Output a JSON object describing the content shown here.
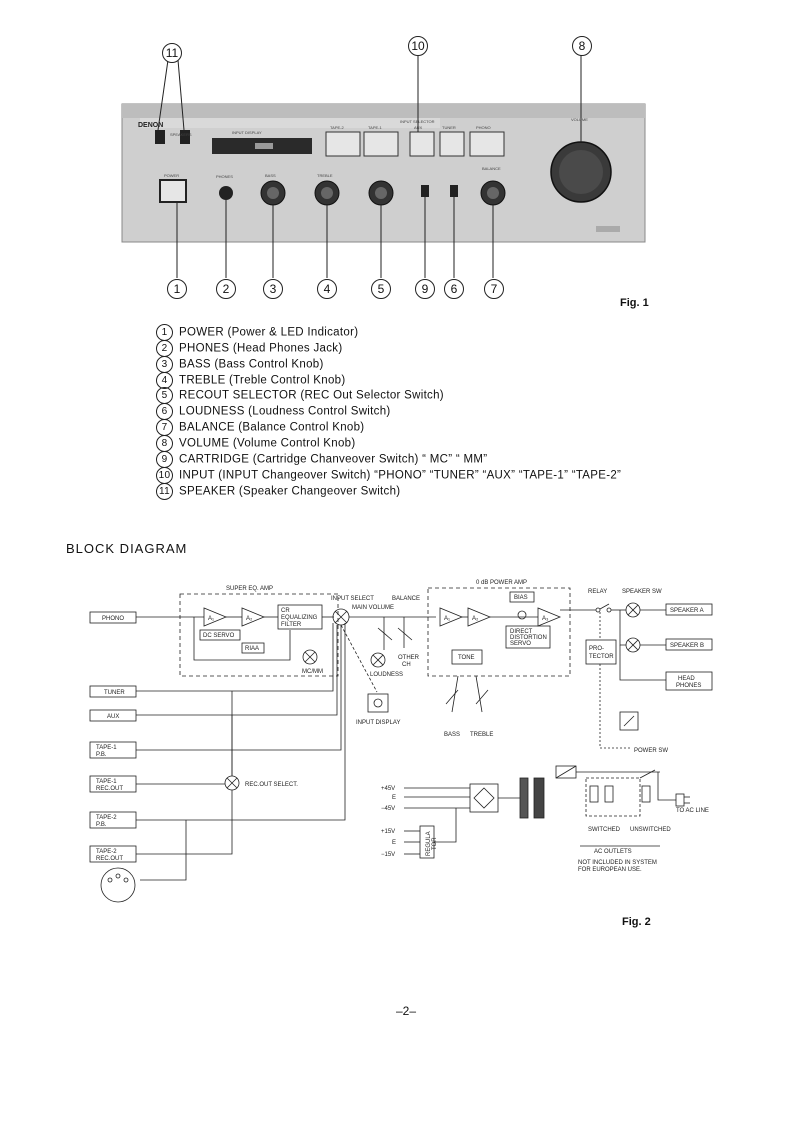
{
  "fig1": {
    "caption": "Fig. 1",
    "brand": "DENON",
    "panel_labels": {
      "speakers": "SPEAKERS",
      "input_display": "INPUT DISPLAY",
      "input_selector": "INPUT SELECTOR",
      "tape2": "TAPE-2",
      "tape1": "TAPE-1",
      "aux": "AUX",
      "tuner": "TUNER",
      "phono": "PHONO",
      "volume": "VOLUME",
      "power": "POWER",
      "phones": "PHONES",
      "bass": "BASS",
      "treble": "TREBLE",
      "balance": "BALANCE"
    },
    "callouts": [
      "1",
      "2",
      "3",
      "4",
      "5",
      "9",
      "6",
      "7",
      "8",
      "10",
      "11"
    ]
  },
  "legend": [
    {
      "n": "1",
      "text": "POWER (Power & LED Indicator)"
    },
    {
      "n": "2",
      "text": "PHONES (Head Phones Jack)"
    },
    {
      "n": "3",
      "text": "BASS (Bass Control Knob)"
    },
    {
      "n": "4",
      "text": "TREBLE (Treble Control Knob)"
    },
    {
      "n": "5",
      "text": "RECOUT  SELECTOR  (REC Out Selector Switch)"
    },
    {
      "n": "6",
      "text": "LOUDNESS (Loudness Control Switch)"
    },
    {
      "n": "7",
      "text": "BALANCE (Balance Control Knob)"
    },
    {
      "n": "8",
      "text": "VOLUME (Volume Control Knob)"
    },
    {
      "n": "9",
      "text": "CARTRIDGE (Cartridge Chanveover Switch) “    MC”  “     MM”"
    },
    {
      "n": "10",
      "text": "INPUT (INPUT Changeover Switch) “PHONO” “TUNER” “AUX” “TAPE-1” “TAPE-2”"
    },
    {
      "n": "11",
      "text": "SPEAKER (Speaker Changeover Switch)"
    }
  ],
  "block_diagram": {
    "heading": "BLOCK DIAGRAM",
    "caption": "Fig. 2",
    "labels": {
      "super_eq_amp": "SUPER EQ. AMP",
      "phono": "PHONO",
      "a1": "A₁",
      "a2": "A₂",
      "cr": "CR",
      "equalizing": "EQUALIZING",
      "filter": "FILTER",
      "dc_servo": "DC SERVO",
      "riaa": "RIAA",
      "mc_mm": "MC/MM",
      "input_select": "INPUT SELECT",
      "main_volume": "MAIN VOLUME",
      "balance": "BALANCE",
      "other": "OTHER",
      "ch": "CH",
      "loudness": "LOUDNESS",
      "input_display": "INPUT DISPLAY",
      "power_amp": "0 dB POWER AMP",
      "bias": "BIAS",
      "a3": "A₃",
      "direct": "DIRECT",
      "distortion": "DISTORTION",
      "servo": "SERVO",
      "tone": "TONE",
      "bass": "BASS",
      "treble": "TREBLE",
      "relay": "RELAY",
      "speaker_sw": "SPEAKER SW",
      "speaker_a": "SPEAKER A",
      "speaker_b": "SPEAKER B",
      "head": "HEAD",
      "phones": "PHONES",
      "pro": "PRO-",
      "tector": "TECTOR",
      "power_sw": "POWER SW",
      "tuner": "TUNER",
      "aux": "AUX",
      "tape1_pb_1": "TAPE-1",
      "tape1_pb_2": "P.B.",
      "tape1_rec_1": "TAPE-1",
      "tape1_rec_2": "REC.OUT",
      "tape2_pb_1": "TAPE-2",
      "tape2_pb_2": "P.B.",
      "tape2_rec_1": "TAPE-2",
      "tape2_rec_2": "REC.OUT",
      "rec_out_select": "REC.OUT SELECT.",
      "p45": "+45V",
      "e1": "E",
      "m45": "−45V",
      "p15": "+15V",
      "e2": "E",
      "m15": "−15V",
      "regula": "REGULA",
      "tor": "TOR",
      "switched": "SWITCHED",
      "unswitched": "UNSWITCHED",
      "ac_outlets": "AC OUTLETS",
      "not_included": "NOT INCLUDED IN SYSTEM",
      "for_european": "FOR EUROPEAN USE.",
      "to_ac_line": "TO AC LINE"
    }
  },
  "page_number": "–2–"
}
